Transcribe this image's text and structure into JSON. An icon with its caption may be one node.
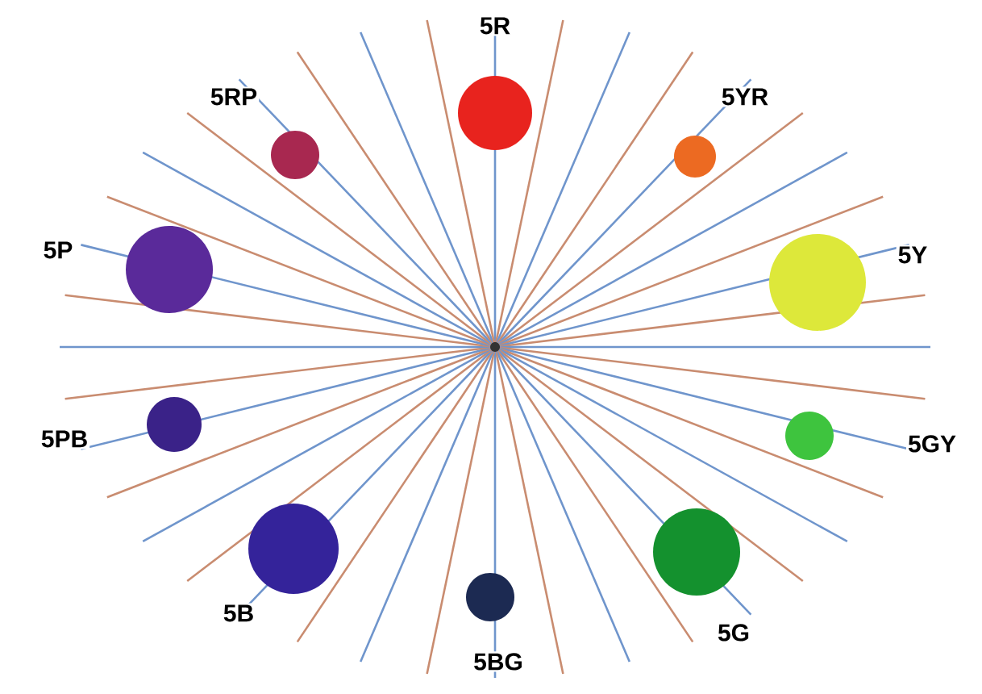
{
  "diagram": {
    "nodes": [
      {
        "text": [
          "5R"
        ]
      },
      {
        "text": [
          "5YR"
        ]
      },
      {
        "text": [
          "5Y"
        ]
      },
      {
        "text": [
          "5GY"
        ]
      },
      {
        "text": [
          "5G"
        ]
      },
      {
        "text": [
          "5BG"
        ]
      },
      {
        "text": [
          "5B"
        ]
      },
      {
        "text": [
          "5PB"
        ]
      },
      {
        "text": [
          "5P"
        ]
      },
      {
        "text": [
          "5RP"
        ]
      }
    ]
  }
}
